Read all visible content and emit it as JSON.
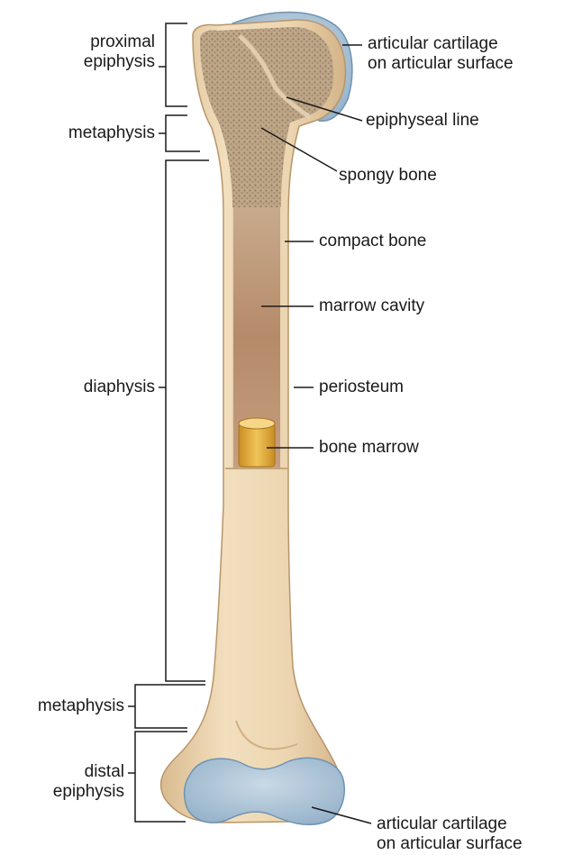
{
  "labels": {
    "proximal_epiphysis": [
      "proximal",
      "epiphysis"
    ],
    "metaphysis_top": "metaphysis",
    "diaphysis": "diaphysis",
    "metaphysis_bottom": "metaphysis",
    "distal_epiphysis": [
      "distal",
      "epiphysis"
    ],
    "articular_cartilage_top": [
      "articular cartilage",
      "on articular surface"
    ],
    "epiphyseal_line": "epiphyseal line",
    "spongy_bone": "spongy bone",
    "compact_bone": "compact bone",
    "marrow_cavity": "marrow cavity",
    "periosteum": "periosteum",
    "bone_marrow": "bone marrow",
    "articular_cartilage_bottom": [
      "articular cartilage",
      "on articular surface"
    ]
  },
  "colors": {
    "bone": "#ecd5b0",
    "bone_shadow": "#d8b98c",
    "spongy": "#b89f80",
    "spongy_dot": "#8e7560",
    "marrow_cavity": "#b88e6c",
    "cartilage": "#a9c2d6",
    "cartilage_edge": "#6f93b0",
    "bone_marrow": "#e2b03c",
    "line": "#1a1a1a"
  }
}
